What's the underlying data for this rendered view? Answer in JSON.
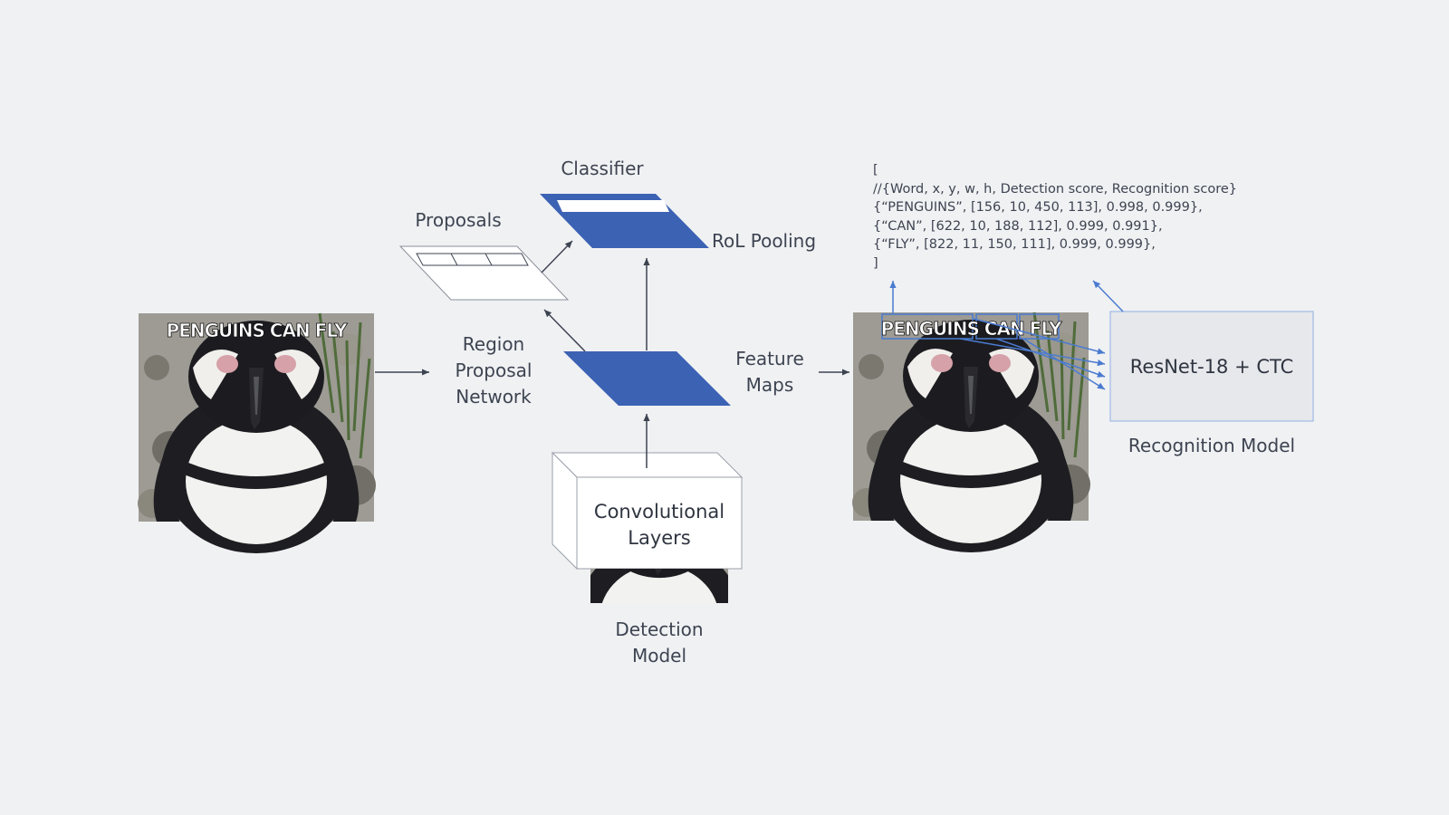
{
  "image_caption": "PENGUINS CAN FLY",
  "labels": {
    "classifier": "Classifier",
    "proposals": "Proposals",
    "roi_pooling": "RoL Pooling",
    "rpn": "Region\nProposal\nNetwork",
    "feature_maps": "Feature\nMaps",
    "conv_layers": "Convolutional\nLayers",
    "detection_model": "Detection\nModel",
    "recognition_box": "ResNet-18 + CTC",
    "recognition_model": "Recognition Model"
  },
  "output_json": {
    "open": "[",
    "comment": "//{Word, x, y, w, h, Detection score, Recognition score}",
    "rows": [
      "{“PENGUINS”, [156, 10, 450, 113], 0.998, 0.999},",
      "{“CAN”, [622, 10, 188, 112], 0.999, 0.991},",
      "{“FLY”, [822, 11, 150, 111], 0.999, 0.999},"
    ],
    "close": "]"
  },
  "colors": {
    "accent_blue": "#3c62b4",
    "light_blue_line": "#5b8ad6",
    "arrow": "#3d4451",
    "box_fill": "#e6e8ec"
  }
}
